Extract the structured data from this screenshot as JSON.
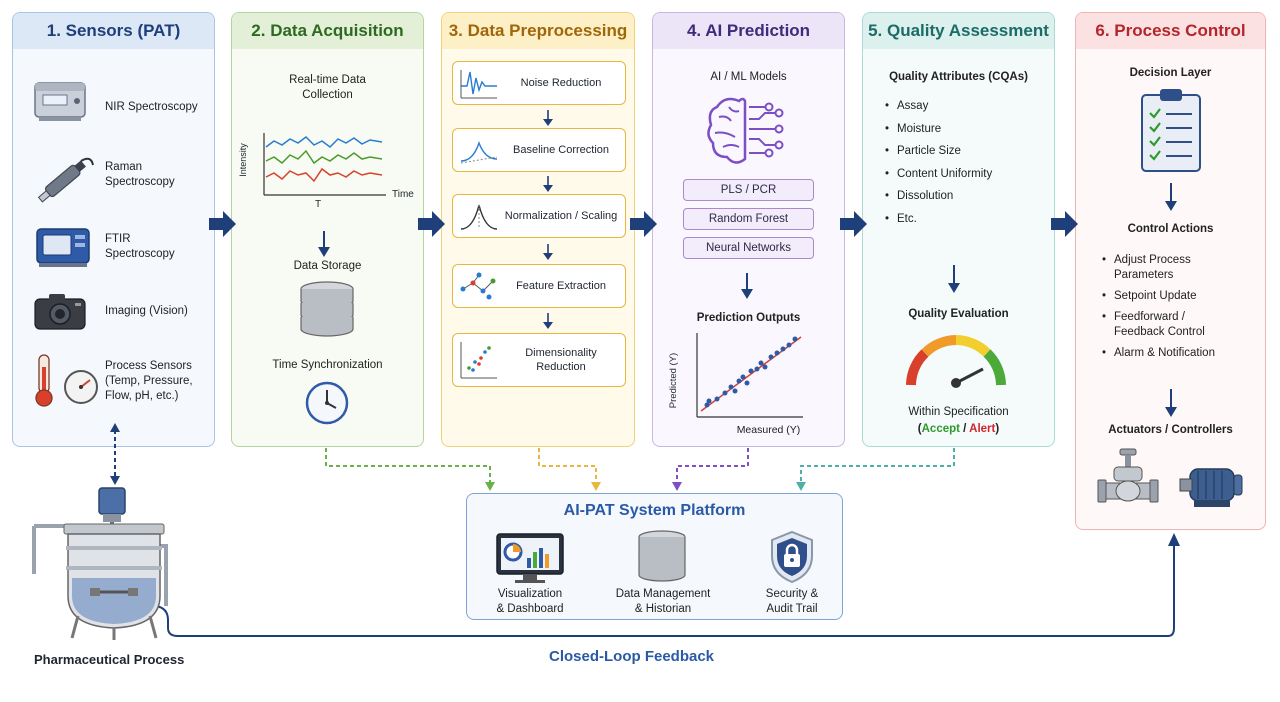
{
  "stages": [
    {
      "title": "1. Sensors (PAT)",
      "color": "#1e3f7a",
      "header_bg": "#dce8f6",
      "border": "#a9c4e6",
      "bg": "#f5f9fe"
    },
    {
      "title": "2. Data Acquisition",
      "color": "#2d6a1f",
      "header_bg": "#e3f0d7",
      "border": "#b5d59c",
      "bg": "#f7fbf3"
    },
    {
      "title": "3. Data Preprocessing",
      "color": "#a0660a",
      "header_bg": "#fdf0c6",
      "border": "#f0d27a",
      "bg": "#fffaea"
    },
    {
      "title": "4. AI Prediction",
      "color": "#3f2a7c",
      "header_bg": "#ece4f7",
      "border": "#c8b6e6",
      "bg": "#faf7fe"
    },
    {
      "title": "5. Quality Assessment",
      "color": "#1c6c66",
      "header_bg": "#dcf1ee",
      "border": "#a8dbd4",
      "bg": "#f5fbfa"
    },
    {
      "title": "6. Process Control",
      "color": "#b3262c",
      "header_bg": "#fbe1e1",
      "border": "#f0b4b4",
      "bg": "#fff8f8"
    }
  ],
  "sensors": {
    "items": [
      "NIR Spectroscopy",
      "Raman\nSpectroscopy",
      "FTIR\nSpectroscopy",
      "Imaging (Vision)",
      "Process Sensors\n(Temp, Pressure,\nFlow, pH, etc.)"
    ]
  },
  "acquisition": {
    "realtime": "Real-time Data\nCollection",
    "ylabel": "Intensity",
    "xlabel": "Time",
    "x_mark": "T",
    "storage": "Data Storage",
    "sync": "Time Synchronization"
  },
  "preprocessing": {
    "steps": [
      "Noise Reduction",
      "Baseline Correction",
      "Normalization / Scaling",
      "Feature Extraction",
      "Dimensionality\nReduction"
    ]
  },
  "prediction": {
    "models_title": "AI / ML Models",
    "models": [
      "PLS / PCR",
      "Random Forest",
      "Neural Networks"
    ],
    "outputs_title": "Prediction Outputs",
    "ylabel": "Predicted (Y)",
    "xlabel": "Measured (Y)"
  },
  "quality": {
    "cqa_title": "Quality Attributes (CQAs)",
    "cqas": [
      "Assay",
      "Moisture",
      "Particle Size",
      "Content Uniformity",
      "Dissolution",
      "Etc."
    ],
    "eval_title": "Quality Evaluation",
    "within_spec": "Within Specification",
    "accept": "Accept",
    "slash": " / ",
    "alert": "Alert",
    "open_paren": "(",
    "close_paren": ")"
  },
  "control": {
    "decision": "Decision Layer",
    "actions_title": "Control Actions",
    "actions": [
      "Adjust Process\nParameters",
      "Setpoint Update",
      "Feedforward /\nFeedback Control",
      "Alarm & Notification"
    ],
    "actuators": "Actuators / Controllers"
  },
  "platform": {
    "title": "AI-PAT System Platform",
    "items": [
      "Visualization\n& Dashboard",
      "Data Management\n& Historian",
      "Security &\nAudit Trail"
    ]
  },
  "process_label": "Pharmaceutical Process",
  "feedback_label": "Closed-Loop Feedback",
  "colors": {
    "arrow": "#1e3f7a",
    "accept": "#2e9a2e",
    "alert": "#d0262c"
  }
}
